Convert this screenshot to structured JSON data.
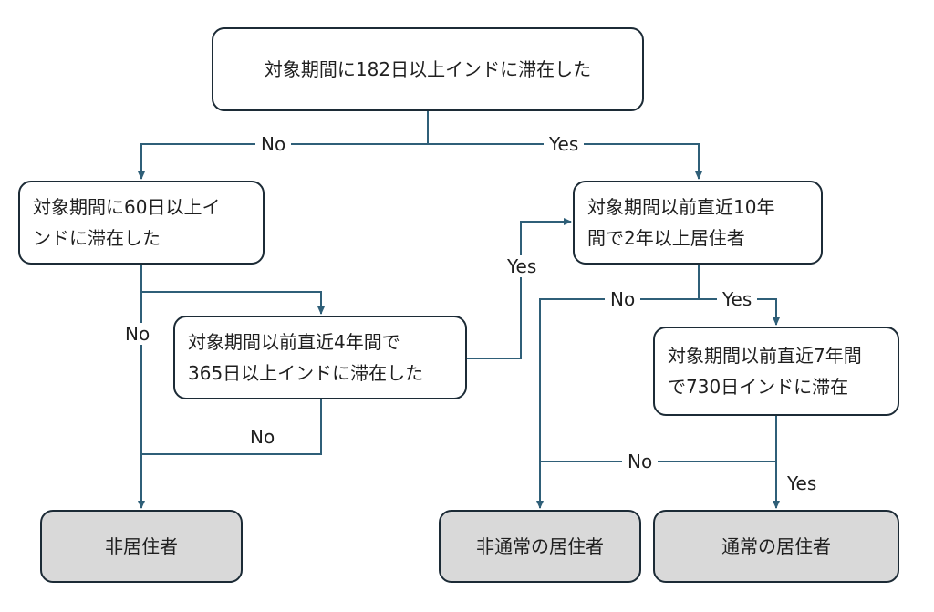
{
  "nodes": {
    "q_182_days": "対象期間に182日以上インドに滞在した",
    "q_60_days": "対象期間に60日以上イ\nンドに滞在した",
    "q_365_days_4yrs": "対象期間以前直近4年間で\n365日以上インドに滞在した",
    "q_resident_2of10": "対象期間以前直近10年\n間で2年以上居住者",
    "q_730_days_7yrs": "対象期間以前直近7年間\nで730日インドに滞在",
    "r_non_resident": "非居住者",
    "r_rnor": "非通常の居住者",
    "r_ror": "通常の居住者"
  },
  "edge_labels": {
    "top_no": "No",
    "top_yes": "Yes",
    "q60_no": "No",
    "q365_yes": "Yes",
    "q365_no": "No",
    "q10_no": "No",
    "q10_yes": "Yes",
    "q7_no": "No",
    "q7_yes": "Yes"
  },
  "colors": {
    "connector": "#2f5f78",
    "box_border": "#1c2b36",
    "result_fill": "#d9d9d9"
  }
}
